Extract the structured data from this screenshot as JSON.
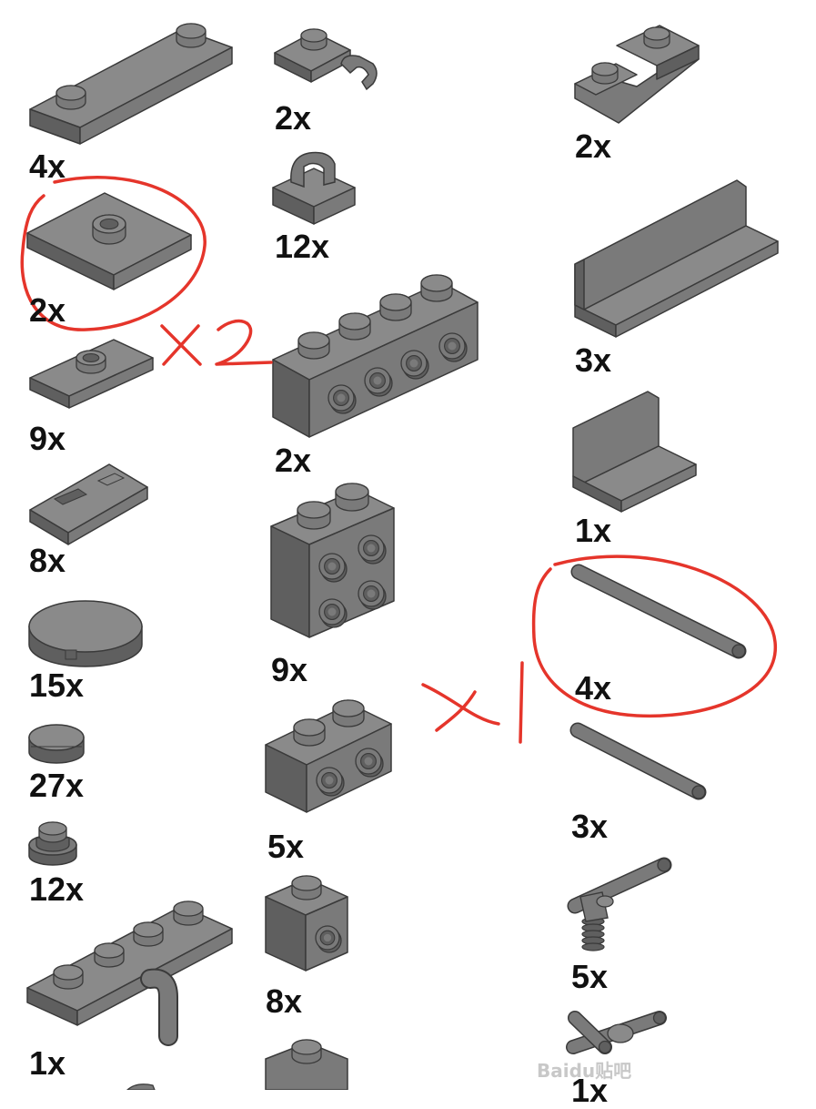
{
  "colors": {
    "background": "#ffffff",
    "part_fill": "#7a7a7a",
    "part_top": "#8a8a8a",
    "part_side": "#5f5f5f",
    "part_outline": "#3a3a3a",
    "label_text": "#111111",
    "annotation_red": "#e5352b"
  },
  "parts": [
    {
      "label": "4x",
      "icon": "plate-1x4-icon"
    },
    {
      "label": "2x",
      "icon": "plate-2x2-jumper-icon"
    },
    {
      "label": "9x",
      "icon": "plate-1x2-jumper-icon"
    },
    {
      "label": "8x",
      "icon": "tile-printed-icon"
    },
    {
      "label": "15x",
      "icon": "round-tile-2x2-icon"
    },
    {
      "label": "27x",
      "icon": "round-tile-1x1-icon"
    },
    {
      "label": "12x",
      "icon": "round-plate-1x1-icon"
    },
    {
      "label": "1x",
      "icon": "plate-with-bar-icon"
    },
    {
      "label": "2x",
      "icon": "plate-with-clip-icon"
    },
    {
      "label": "12x",
      "icon": "tile-with-clip-icon"
    },
    {
      "label": "2x",
      "icon": "brick-1x4-studs-on-side-icon"
    },
    {
      "label": "9x",
      "icon": "brick-2x2-studs-on-side-icon"
    },
    {
      "label": "5x",
      "icon": "brick-1x2-studs-on-side-icon"
    },
    {
      "label": "8x",
      "icon": "brick-1x1-stud-on-side-icon"
    },
    {
      "label": "2x",
      "icon": "slope-inverted-icon"
    },
    {
      "label": "3x",
      "icon": "panel-1x4-icon"
    },
    {
      "label": "1x",
      "icon": "panel-1x2-icon"
    },
    {
      "label": "4x",
      "icon": "bar-long-icon"
    },
    {
      "label": "3x",
      "icon": "bar-short-icon"
    },
    {
      "label": "5x",
      "icon": "bar-holder-with-clip-icon"
    },
    {
      "label": "1x",
      "icon": "bar-t-connector-icon"
    }
  ],
  "annotations": {
    "first": "x2",
    "second": "x1"
  },
  "watermark": "Baidu贴吧"
}
